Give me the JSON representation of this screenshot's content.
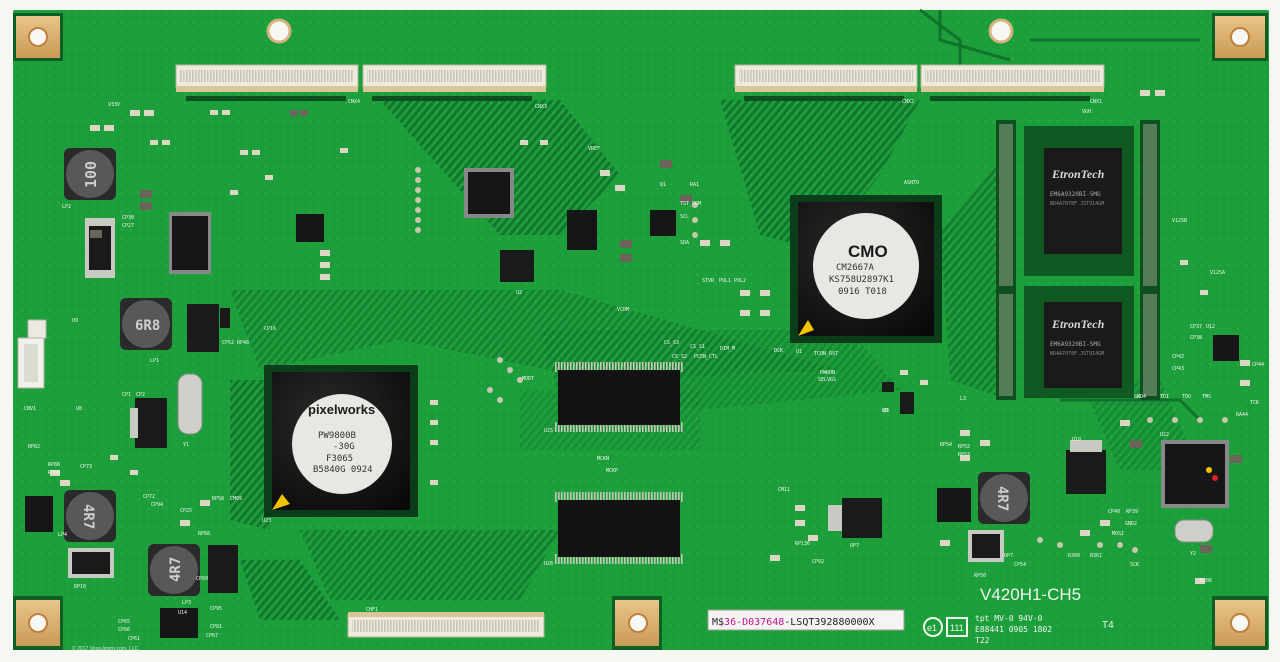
{
  "board": {
    "model": "V420H1-CH5",
    "t4": "T4",
    "barcode_prefix": "M$",
    "barcode_mid": "36-D037648",
    "barcode_suffix": "-LSQT392880000X",
    "e1": "e1",
    "ul": "111",
    "tpt": "tpt MV-0  94V-0",
    "e_code": "E88441  0905  1802",
    "t22": "T22",
    "copyright": "© 2017 ShopJimmy.com, LLC",
    "colors": {
      "pcb": "#1c9e3b",
      "pcb_dark": "#157a2d",
      "silk": "#f0f4ee",
      "trace": "#11692a"
    }
  },
  "chips": {
    "cmo": {
      "brand": "CMO",
      "line1": "CM2667A",
      "line2": "KS758U2897K1",
      "line3": "0916  T018"
    },
    "pixelworks": {
      "brand": "pixelworks",
      "line1": "PW9800B",
      "line2": "-30G",
      "line3": "F3065",
      "line4": "B5840G  0924"
    },
    "etron_top": {
      "brand": "EtronTech",
      "line1": "EM6A9320BI-5MG",
      "line2": "ND4A7078F.JST914GM"
    },
    "etron_bottom": {
      "brand": "EtronTech",
      "line1": "EM6A9320BI-5MG",
      "line2": "ND4A7078F.JST914GM"
    }
  },
  "inductors": {
    "lp2": "100",
    "lp1": "6R8",
    "lp4": "4R7",
    "lp3": "4R7",
    "lp_right": "4R7"
  },
  "connectors": {
    "cnx4": "CNX4",
    "cnx3": "CNX3",
    "cnx2": "CNX2",
    "cnx1": "CNX1",
    "chf1": "CHF1",
    "cnv1": "CNV1"
  },
  "labels": {
    "u23": "U23",
    "u25": "U25",
    "u26": "U26",
    "u2": "U2",
    "u3": "U3",
    "u8": "U8",
    "u9": "U9",
    "u10": "U10",
    "u12": "U12",
    "u14": "U14",
    "u22": "U22",
    "up7": "UP7",
    "dp7": "DP7",
    "dp10": "DP10",
    "y1": "Y1",
    "y2": "Y2",
    "lp1": "LP1",
    "lp2": "LP2",
    "lp3": "LP3",
    "lp4": "LP4",
    "tst_pgm": "TST_PGM",
    "scl": "SCL",
    "sda": "SDA",
    "vcom": "VCOM",
    "vref": "VREF",
    "mckn": "MCKN",
    "mckp": "MCKP",
    "modt": "MODT",
    "pwron": "PWRON",
    "selvgs": "SELVGS",
    "tcon_rst": "TCON_RST",
    "ashto": "ASHTO",
    "vgh": "VGH",
    "v33v": "V33V",
    "v125a": "V125A",
    "v125b": "V125B",
    "tdi": "TDI",
    "tdo": "TDO",
    "tms": "TMS",
    "tck": "TCK",
    "gnd4": "GND4",
    "gnd2": "GND2",
    "mosi": "MOSI",
    "sck": "SCK",
    "rp50": "RP50",
    "rp136": "RP136",
    "cp92": "CP92",
    "cp27": "CP27",
    "cp30": "CP30",
    "cp72": "CP72",
    "cp73": "CP73",
    "ra44": "RA44",
    "r306": "R306",
    "r360": "R360",
    "r361": "R361",
    "cm11": "CM11",
    "cp40": "CP40",
    "rp39": "RP39",
    "cp42": "CP42",
    "cp43": "CP43",
    "cp37": "CP37",
    "cp38": "CP38",
    "cp44": "CP44",
    "rp52": "RP52",
    "rp53": "RP53",
    "rp54": "RP54",
    "rp58": "RP58",
    "cm09": "CM09",
    "rp82": "RP82",
    "rp86": "RP86",
    "rp86b": "RP86",
    "rp68": "RP68",
    "cp94": "CP94",
    "cp25": "CP25",
    "cp95": "CP95",
    "cp81": "CP81",
    "cp65": "CP65",
    "cp66": "CP66",
    "cp67": "CP67",
    "cp60": "CP60",
    "cp1": "CP1",
    "cp2": "CP2",
    "cp52": "CP52",
    "rp48": "RP48",
    "cp16": "CP16",
    "u1": "U1",
    "dck": "DCK",
    "cs_s3": "CS_S3",
    "cs_s1": "CS_S1",
    "cs_s2": "CS_S2",
    "pcen_ctl": "PCEN_CTL",
    "dim_m": "DIM_M",
    "stvr": "STVR",
    "pol1": "POL1",
    "pol2": "POL2",
    "ra1": "RA1",
    "q1": "Q1",
    "q3": "Q3",
    "l3": "L3",
    "cp54": "CP54",
    "cp61": "CP61"
  }
}
